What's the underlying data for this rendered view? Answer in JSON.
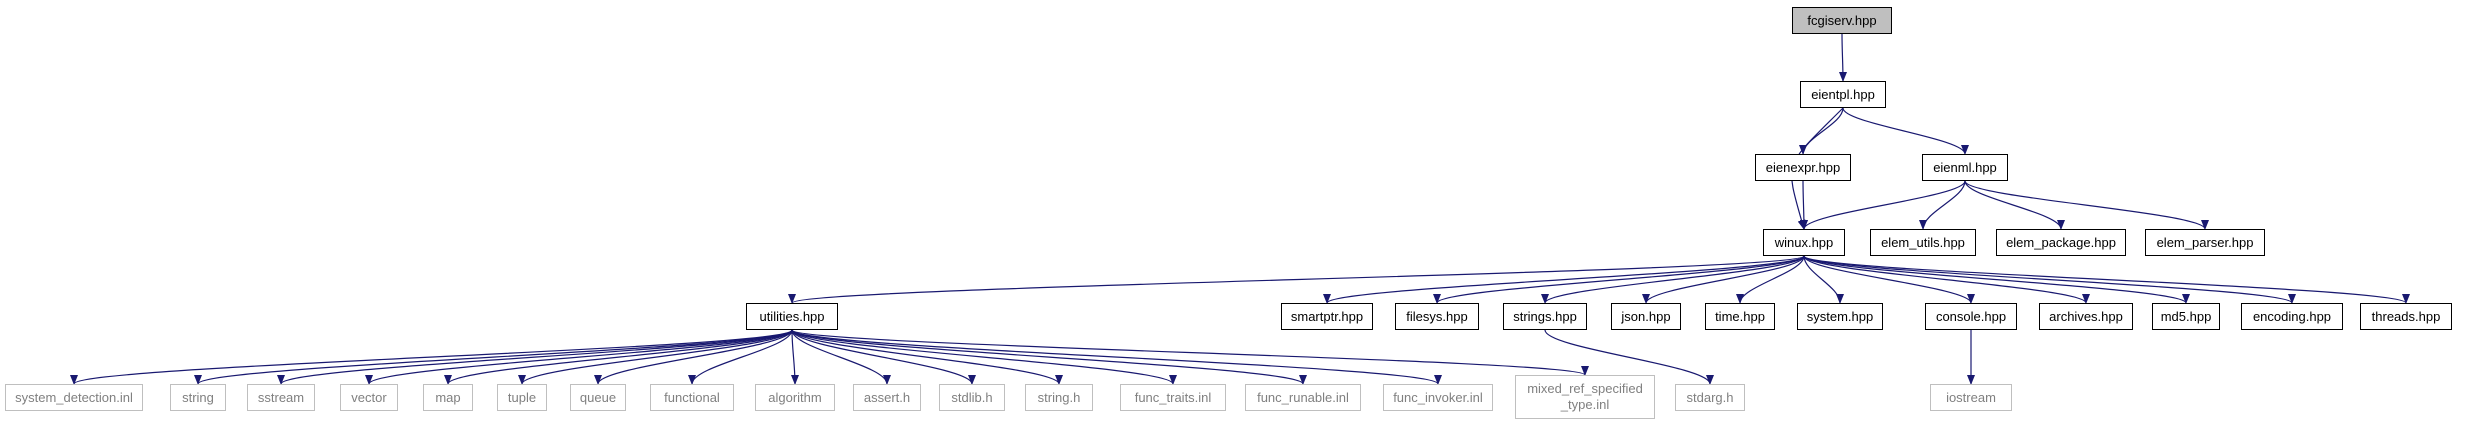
{
  "colors": {
    "edge": "#191970",
    "local_border": "#000000",
    "system_border": "#bfbfbf",
    "system_text": "#808080",
    "root_fill": "#bfbfbf"
  },
  "nodes": {
    "fcgiserv": "fcgiserv.hpp",
    "eientpl": "eientpl.hpp",
    "eienexpr": "eienexpr.hpp",
    "eienml": "eienml.hpp",
    "winux": "winux.hpp",
    "elem_utils": "elem_utils.hpp",
    "elem_package": "elem_package.hpp",
    "elem_parser": "elem_parser.hpp",
    "utilities": "utilities.hpp",
    "smartptr": "smartptr.hpp",
    "filesys": "filesys.hpp",
    "strings": "strings.hpp",
    "json": "json.hpp",
    "time": "time.hpp",
    "system": "system.hpp",
    "console": "console.hpp",
    "archives": "archives.hpp",
    "md5": "md5.hpp",
    "encoding": "encoding.hpp",
    "threads": "threads.hpp",
    "system_detection": "system_detection.inl",
    "string": "string",
    "sstream": "sstream",
    "vector": "vector",
    "map": "map",
    "tuple": "tuple",
    "queue": "queue",
    "functional": "functional",
    "algorithm": "algorithm",
    "assert_h": "assert.h",
    "stdlib_h": "stdlib.h",
    "string_h": "string.h",
    "func_traits": "func_traits.inl",
    "func_runable": "func_runable.inl",
    "func_invoker": "func_invoker.inl",
    "mixed_ref_line1": "mixed_ref_specified",
    "mixed_ref_line2": "_type.inl",
    "stdarg_h": "stdarg.h",
    "iostream": "iostream"
  },
  "edges": [
    [
      "fcgiserv",
      "eientpl"
    ],
    [
      "eientpl",
      "eienexpr"
    ],
    [
      "eientpl",
      "eienml"
    ],
    [
      "eientpl",
      "winux"
    ],
    [
      "eienexpr",
      "winux"
    ],
    [
      "eienml",
      "winux"
    ],
    [
      "eienml",
      "elem_utils"
    ],
    [
      "eienml",
      "elem_package"
    ],
    [
      "eienml",
      "elem_parser"
    ],
    [
      "winux",
      "utilities"
    ],
    [
      "winux",
      "smartptr"
    ],
    [
      "winux",
      "filesys"
    ],
    [
      "winux",
      "strings"
    ],
    [
      "winux",
      "json"
    ],
    [
      "winux",
      "time"
    ],
    [
      "winux",
      "system"
    ],
    [
      "winux",
      "console"
    ],
    [
      "winux",
      "archives"
    ],
    [
      "winux",
      "md5"
    ],
    [
      "winux",
      "encoding"
    ],
    [
      "winux",
      "threads"
    ],
    [
      "utilities",
      "system_detection"
    ],
    [
      "utilities",
      "string"
    ],
    [
      "utilities",
      "sstream"
    ],
    [
      "utilities",
      "vector"
    ],
    [
      "utilities",
      "map"
    ],
    [
      "utilities",
      "tuple"
    ],
    [
      "utilities",
      "queue"
    ],
    [
      "utilities",
      "functional"
    ],
    [
      "utilities",
      "algorithm"
    ],
    [
      "utilities",
      "assert_h"
    ],
    [
      "utilities",
      "stdlib_h"
    ],
    [
      "utilities",
      "string_h"
    ],
    [
      "utilities",
      "func_traits"
    ],
    [
      "utilities",
      "func_runable"
    ],
    [
      "utilities",
      "func_invoker"
    ],
    [
      "utilities",
      "mixed_ref"
    ],
    [
      "strings",
      "stdarg_h"
    ],
    [
      "console",
      "iostream"
    ]
  ]
}
